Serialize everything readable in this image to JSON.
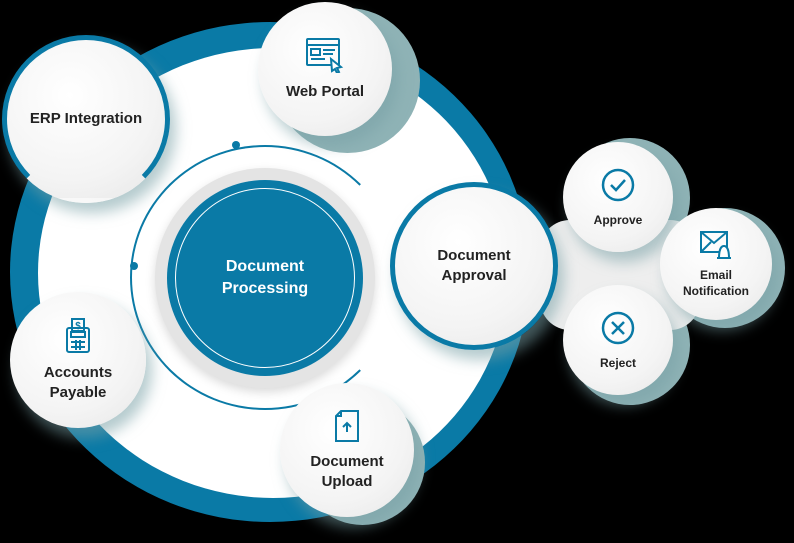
{
  "center": {
    "line1": "Document",
    "line2": "Processing"
  },
  "nodes": {
    "erp": {
      "label": "ERP Integration"
    },
    "web_portal": {
      "label": "Web Portal",
      "icon": "browser-cursor-icon"
    },
    "document_approval": {
      "line1": "Document",
      "line2": "Approval"
    },
    "accounts_payable": {
      "line1": "Accounts",
      "line2": "Payable",
      "icon": "calculator-dollar-icon"
    },
    "document_upload": {
      "line1": "Document",
      "line2": "Upload",
      "icon": "file-upload-icon"
    }
  },
  "approval_branches": {
    "approve": {
      "label": "Approve",
      "icon": "check-circle-icon"
    },
    "reject": {
      "label": "Reject",
      "icon": "x-circle-icon"
    },
    "email": {
      "line1": "Email",
      "line2": "Notification",
      "icon": "envelope-bell-icon"
    }
  },
  "colors": {
    "primary": "#0a7aa6",
    "teal_shadow": "#8fb3b6",
    "bubble": "#f4f4f4",
    "text": "#222222"
  }
}
